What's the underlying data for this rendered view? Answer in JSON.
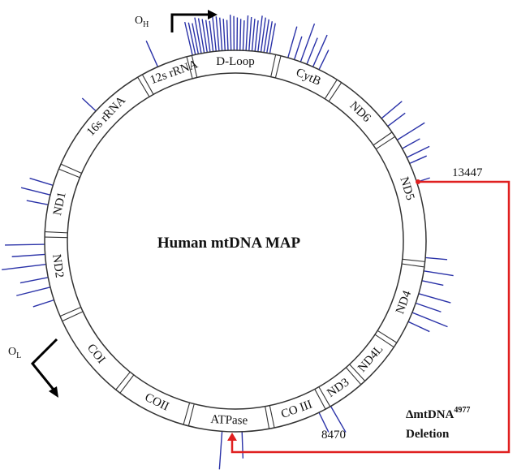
{
  "title": "Human mtDNA MAP",
  "genes": [
    {
      "label": "D-Loop",
      "angle": 0
    },
    {
      "label": "CytB",
      "angle": 24
    },
    {
      "label": "ND6",
      "angle": 44
    },
    {
      "label": "ND5",
      "angle": 73
    },
    {
      "label": "ND4",
      "angle": 110
    },
    {
      "label": "ND4L",
      "angle": 131
    },
    {
      "label": "ND3",
      "angle": 145
    },
    {
      "label": "CO III",
      "angle": 160
    },
    {
      "label": "ATPase",
      "angle": 182
    },
    {
      "label": "COII",
      "angle": 206
    },
    {
      "label": "COI",
      "angle": 231
    },
    {
      "label": "ND2",
      "angle": 262
    },
    {
      "label": "ND1",
      "angle": 282
    },
    {
      "label": "16s rRNA",
      "angle": 314
    },
    {
      "label": "12s rRNA",
      "angle": 340
    }
  ],
  "origins": {
    "heavy": {
      "main": "O",
      "sub": "H"
    },
    "light": {
      "main": "O",
      "sub": "L"
    }
  },
  "deletion": {
    "start": "13447",
    "end": "8470",
    "label_prefix": "ΔmtDNA",
    "label_sup": "4977",
    "label_word": "Deletion",
    "color": "#e02020"
  },
  "colors": {
    "ring": "#333333",
    "mutation_ticks": "#2a32a8"
  }
}
